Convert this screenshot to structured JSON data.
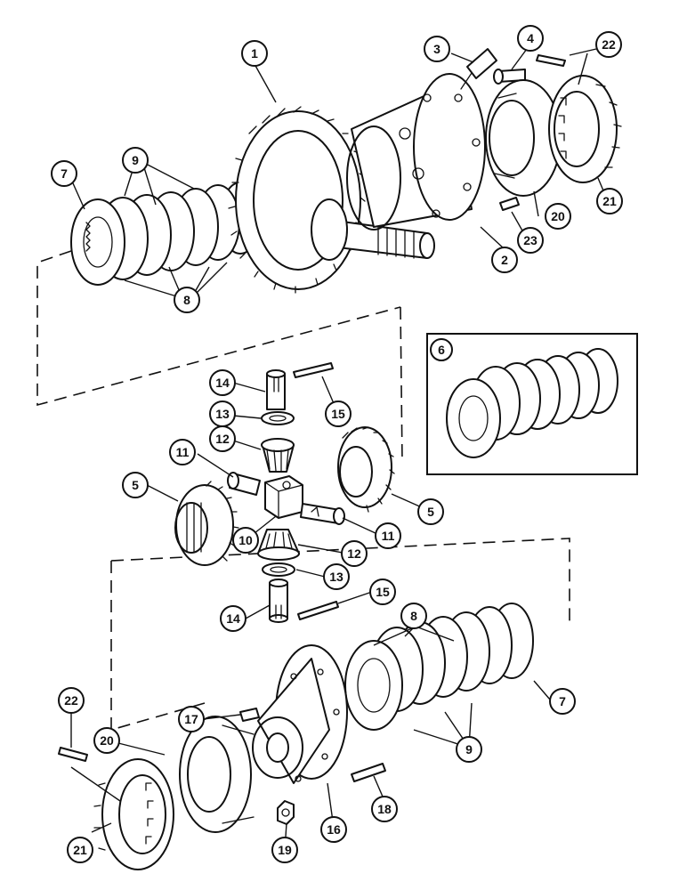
{
  "callouts": {
    "c1": "1",
    "c2": "2",
    "c3": "3",
    "c4": "4",
    "c5a": "5",
    "c5b": "5",
    "c6": "6",
    "c7a": "7",
    "c7b": "7",
    "c8a": "8",
    "c8b": "8",
    "c9a": "9",
    "c9b": "9",
    "c10": "10",
    "c11a": "11",
    "c11b": "11",
    "c12a": "12",
    "c12b": "12",
    "c13a": "13",
    "c13b": "13",
    "c14a": "14",
    "c14b": "14",
    "c15a": "15",
    "c15b": "15",
    "c16": "16",
    "c17": "17",
    "c18": "18",
    "c19": "19",
    "c20a": "20",
    "c20b": "20",
    "c21a": "21",
    "c21b": "21",
    "c22a": "22",
    "c22b": "22",
    "c23": "23"
  }
}
